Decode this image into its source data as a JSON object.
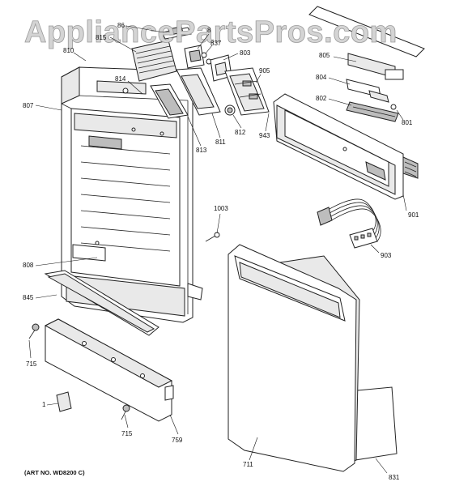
{
  "watermark": "AppliancePartsPros.com",
  "art_number": "(ART NO. WD8200 C)",
  "part_labels": {
    "p86": "86",
    "p8": "8",
    "p815": "815",
    "p837": "837",
    "p803": "803",
    "p810": "810",
    "p814": "814",
    "p807": "807",
    "p905": "905",
    "p805": "805",
    "p804": "804",
    "p802": "802",
    "p801": "801",
    "p943": "943",
    "p812": "812",
    "p811": "811",
    "p813": "813",
    "p901": "901",
    "p1003": "1003",
    "p903": "903",
    "p808": "808",
    "p845": "845",
    "p715a": "715",
    "p715b": "715",
    "p1": "1",
    "p759": "759",
    "p711": "711",
    "p831": "831"
  }
}
